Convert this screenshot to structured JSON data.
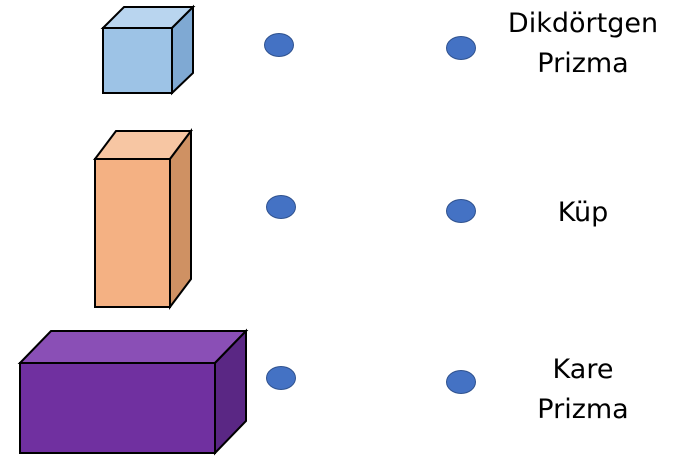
{
  "colors": {
    "dot_fill": "#4472c4",
    "cube_front": "#9dc3e6",
    "cube_top": "#b9d5ef",
    "cube_side": "#7fa9d3",
    "tall_prism_front": "#f4b183",
    "tall_prism_top": "#f7c6a3",
    "tall_prism_side": "#cf9163",
    "wide_prism_front": "#7030a0",
    "wide_prism_top": "#8a4fb6",
    "wide_prism_side": "#5a2784"
  },
  "shapes": [
    {
      "name": "cube",
      "icon": "cube-shape"
    },
    {
      "name": "square-prism",
      "icon": "tall-prism-shape"
    },
    {
      "name": "rectangular-prism",
      "icon": "wide-prism-shape"
    }
  ],
  "labels": [
    {
      "line1": "Dikdörtgen",
      "line2": "Prizma"
    },
    {
      "line1": "Küp",
      "line2": ""
    },
    {
      "line1": "Kare",
      "line2": "Prizma"
    }
  ]
}
